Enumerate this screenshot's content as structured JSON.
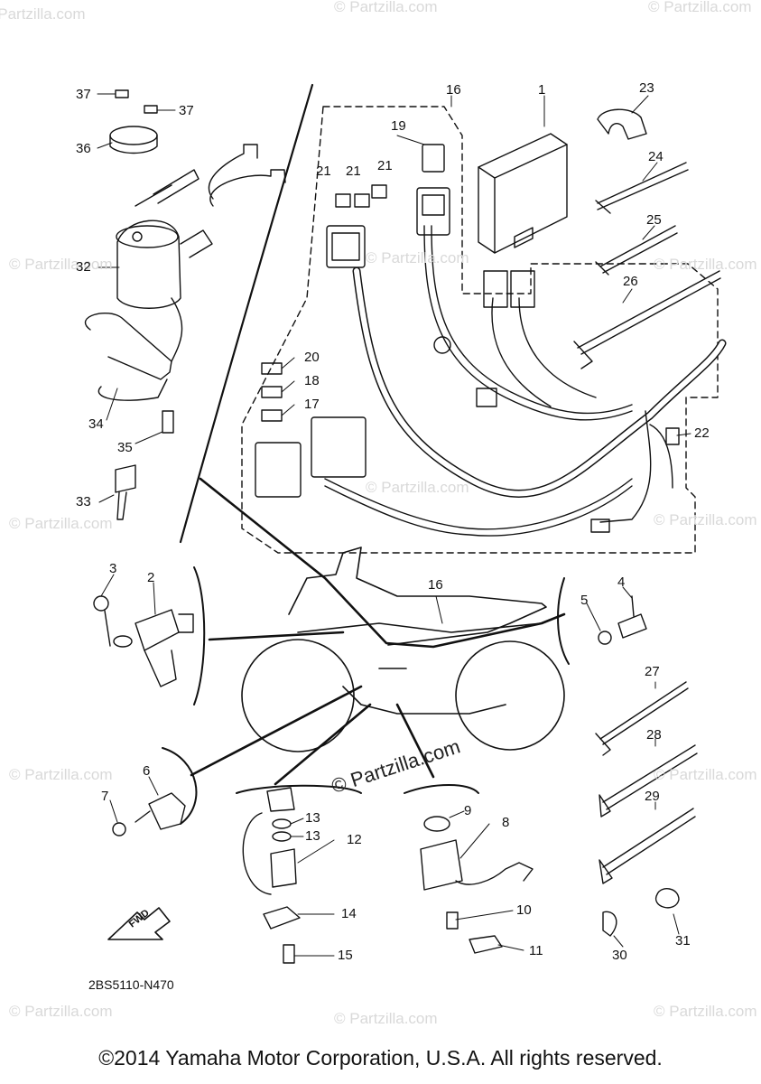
{
  "callouts": [
    {
      "id": "c1",
      "text": "1"
    },
    {
      "id": "c2",
      "text": "2"
    },
    {
      "id": "c3",
      "text": "3"
    },
    {
      "id": "c4",
      "text": "4"
    },
    {
      "id": "c5",
      "text": "5"
    },
    {
      "id": "c6",
      "text": "6"
    },
    {
      "id": "c7",
      "text": "7"
    },
    {
      "id": "c8",
      "text": "8"
    },
    {
      "id": "c9",
      "text": "9"
    },
    {
      "id": "c10",
      "text": "10"
    },
    {
      "id": "c11",
      "text": "11"
    },
    {
      "id": "c12",
      "text": "12"
    },
    {
      "id": "c13a",
      "text": "13"
    },
    {
      "id": "c13b",
      "text": "13"
    },
    {
      "id": "c14",
      "text": "14"
    },
    {
      "id": "c15",
      "text": "15"
    },
    {
      "id": "c16a",
      "text": "16"
    },
    {
      "id": "c16b",
      "text": "16"
    },
    {
      "id": "c17",
      "text": "17"
    },
    {
      "id": "c18",
      "text": "18"
    },
    {
      "id": "c19",
      "text": "19"
    },
    {
      "id": "c20",
      "text": "20"
    },
    {
      "id": "c21a",
      "text": "21"
    },
    {
      "id": "c21b",
      "text": "21"
    },
    {
      "id": "c21c",
      "text": "21"
    },
    {
      "id": "c22",
      "text": "22"
    },
    {
      "id": "c23",
      "text": "23"
    },
    {
      "id": "c24",
      "text": "24"
    },
    {
      "id": "c25",
      "text": "25"
    },
    {
      "id": "c26",
      "text": "26"
    },
    {
      "id": "c27",
      "text": "27"
    },
    {
      "id": "c28",
      "text": "28"
    },
    {
      "id": "c29",
      "text": "29"
    },
    {
      "id": "c30",
      "text": "30"
    },
    {
      "id": "c31",
      "text": "31"
    },
    {
      "id": "c32",
      "text": "32"
    },
    {
      "id": "c33",
      "text": "33"
    },
    {
      "id": "c34",
      "text": "34"
    },
    {
      "id": "c35",
      "text": "35"
    },
    {
      "id": "c36",
      "text": "36"
    },
    {
      "id": "c37a",
      "text": "37"
    },
    {
      "id": "c37b",
      "text": "37"
    }
  ],
  "fwd_label": "FWD",
  "diagram_code": "2BS5110-N470",
  "watermark_center": "© Partzilla.com",
  "watermark_faint": "© Partzilla.com",
  "copyright": "©2014 Yamaha Motor Corporation, U.S.A. All rights reserved."
}
